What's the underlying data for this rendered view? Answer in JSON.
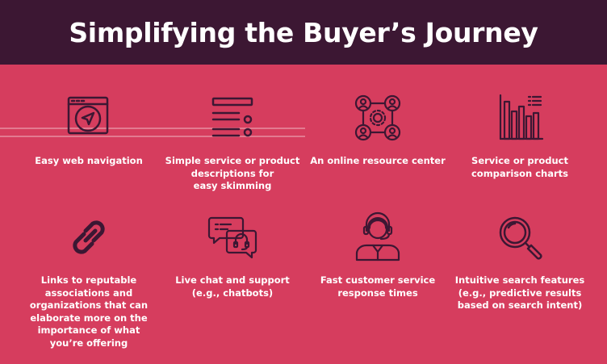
{
  "title": "Simplifying the Buyer’s Journey",
  "colors": {
    "header_bg": "#3c1733",
    "body_bg": "#d63d5e",
    "icon_stroke": "#3c1733",
    "text": "#ffffff"
  },
  "items": [
    {
      "icon": "browser-cursor-icon",
      "label": "Easy web navigation"
    },
    {
      "icon": "list-icon",
      "label": "Simple service or product\ndescriptions for\neasy skimming"
    },
    {
      "icon": "network-people-icon",
      "label": "An online resource center"
    },
    {
      "icon": "bar-chart-icon",
      "label": "Service or product\ncomparison charts"
    },
    {
      "icon": "chain-link-icon",
      "label": "Links to reputable\nassociations and\norganizations that can\nelaborate more on the\nimportance of what\nyou’re offering"
    },
    {
      "icon": "chat-bubbles-icon",
      "label": "Live chat and support\n(e.g., chatbots)"
    },
    {
      "icon": "headset-agent-icon",
      "label": "Fast customer service\nresponse times"
    },
    {
      "icon": "magnifier-icon",
      "label": "Intuitive search features\n(e.g., predictive results\nbased on search intent)"
    }
  ]
}
